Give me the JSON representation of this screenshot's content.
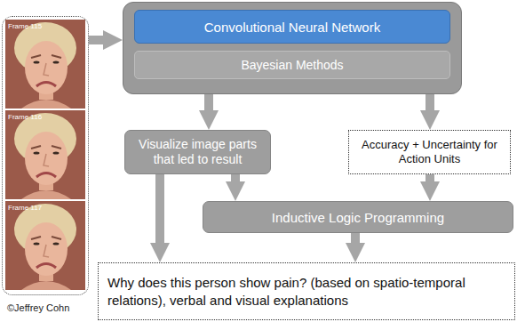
{
  "diagram": {
    "nodes": [
      {
        "text": [
          "Frame 115",
          "Frame 116",
          "Frame 117"
        ]
      },
      {},
      {
        "text": [
          "Convolutional Neural Network"
        ],
        "in": 1
      },
      {
        "text": [
          "Bayesian Methods"
        ],
        "in": 1
      },
      {
        "text": [
          "Visualize image parts that led to result"
        ]
      },
      {
        "text": [
          "Accuracy + Uncertainty for Action Units"
        ]
      },
      {
        "text": [
          "Inductive Logic Programming"
        ]
      },
      {
        "text": [
          "Why does this person show pain? (based on spatio-temporal relations), verbal and visual explanations"
        ]
      }
    ],
    "edges": [
      {
        "from": 0,
        "to": 1,
        "arrow": "to"
      },
      {
        "from": 1,
        "to": 4,
        "arrow": "to"
      },
      {
        "from": 1,
        "to": 5,
        "arrow": "to"
      },
      {
        "from": 4,
        "to": 6,
        "arrow": "to"
      },
      {
        "from": 5,
        "to": 6,
        "arrow": "to"
      },
      {
        "from": 4,
        "to": 7,
        "arrow": "to"
      },
      {
        "from": 6,
        "to": 7,
        "arrow": "to"
      }
    ],
    "labels": [
      "©Jeffrey Cohn"
    ]
  }
}
